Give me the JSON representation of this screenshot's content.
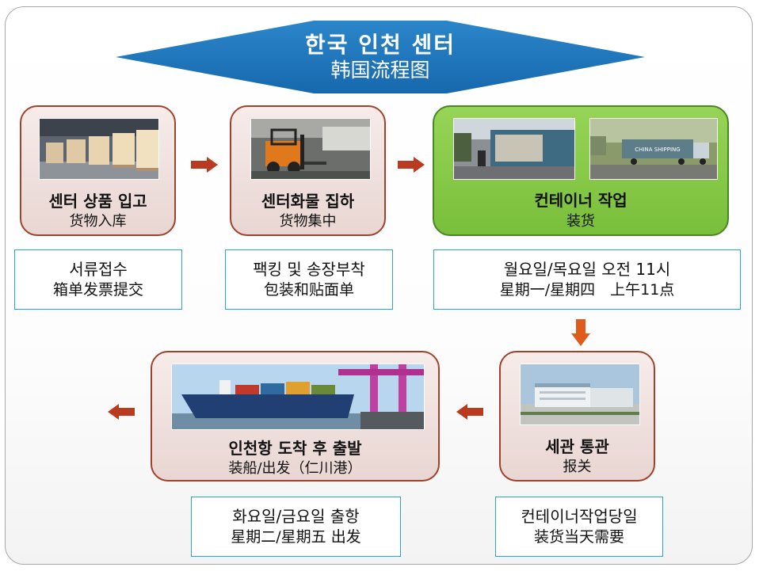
{
  "title": {
    "korean": "한국 인천 센터",
    "chinese": "韩国流程图"
  },
  "steps": [
    {
      "title": "센터 상품 입고",
      "subtitle": "货物入库"
    },
    {
      "title": "센터화물 집하",
      "subtitle": "货物集中"
    },
    {
      "title": "컨테이너 작업",
      "subtitle": "装货"
    },
    {
      "title": "세관 통관",
      "subtitle": "报关"
    },
    {
      "title": "인천항 도착 후 출발",
      "subtitle": "装船/出发（仁川港）"
    }
  ],
  "notes": [
    {
      "line1": "서류접수",
      "line2": "箱单发票提交"
    },
    {
      "line1": "팩킹 및 송장부착",
      "line2": "包装和贴面单"
    },
    {
      "line1": "월요일/목요일 오전 11시",
      "line2": "星期一/星期四　上午11点"
    },
    {
      "line1": "컨테이너작업당일",
      "line2": "装货当天需要"
    },
    {
      "line1": "화요일/금요일 출항",
      "line2": "星期二/星期五 出发"
    }
  ],
  "photo_labels": {
    "container_text": "CHINA SHIPPING"
  },
  "colors": {
    "banner": "#1f78bd",
    "step_border": "#a0412b",
    "step_fill": "#f0e2df",
    "step_green": "#86c94a",
    "arrow": "#b93a1e",
    "arrow_down": "#e05a1c",
    "note_border": "#27a3df"
  }
}
